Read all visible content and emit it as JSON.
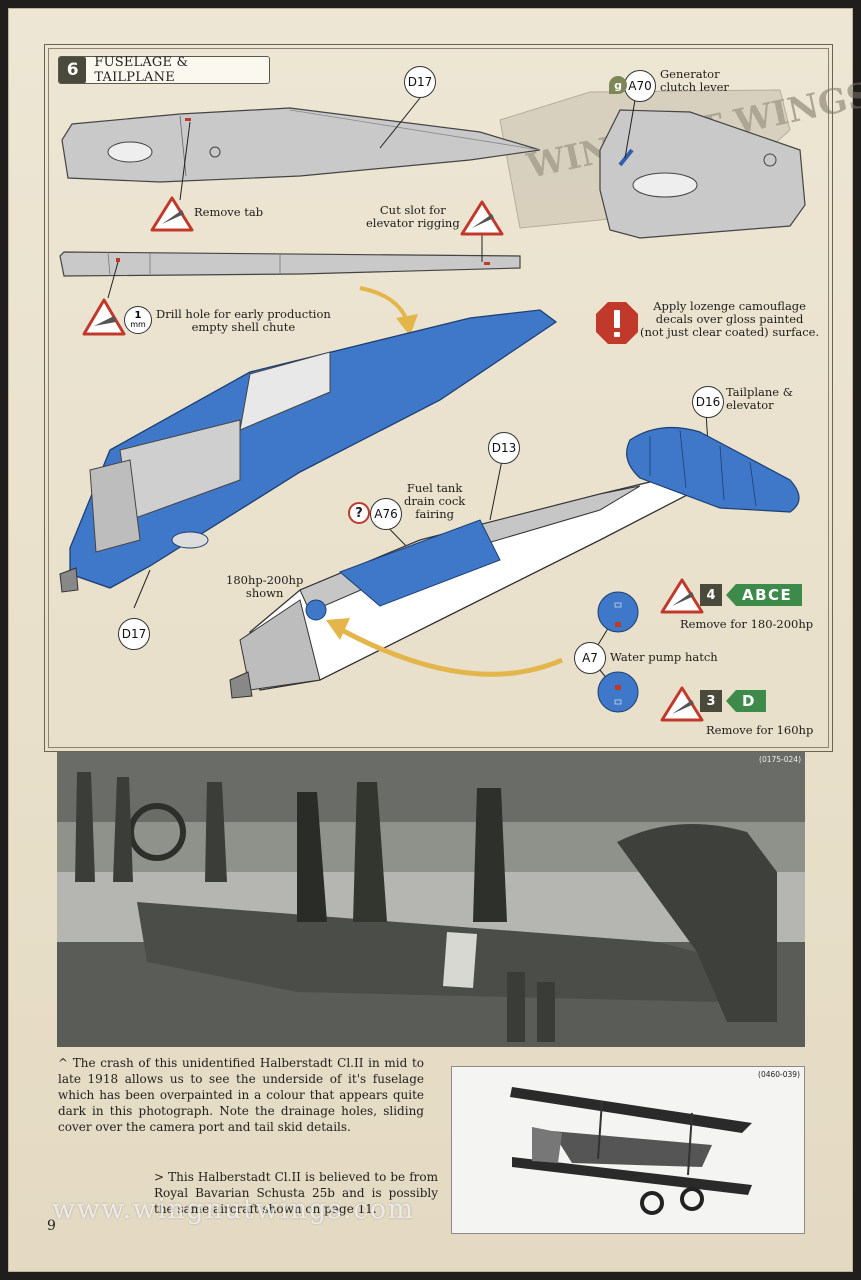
{
  "section": {
    "number": "6",
    "title": "FUSELAGE & TAILPLANE"
  },
  "parts": {
    "d17_top": "D17",
    "a70": "A70",
    "a70_prefix": "g",
    "d17_bottom": "D17",
    "d16": "D16",
    "d13": "D13",
    "a76": "A76",
    "a76_prefix": "?",
    "a7": "A7",
    "drill_size": "1",
    "drill_unit": "mm"
  },
  "labels": {
    "generator": "Generator\nclutch lever",
    "remove_tab": "Remove tab",
    "cut_slot": "Cut slot for\nelevator rigging",
    "drill_hole": "Drill hole for early production\nempty shell chute",
    "lozenge": "Apply lozenge camouflage\ndecals over gloss painted\n(not just clear coated) surface.",
    "tailplane": "Tailplane &\nelevator",
    "fuel_tank": "Fuel tank\ndrain cock\nfairing",
    "hp_shown": "180hp-200hp\nshown",
    "water_pump": "Water pump hatch",
    "remove_180": "Remove for 180-200hp",
    "remove_160": "Remove for 160hp"
  },
  "markings": {
    "upper": {
      "num": "4",
      "codes": "ABCE"
    },
    "lower": {
      "num": "3",
      "codes": "D"
    }
  },
  "logo_text": "WINGNUT WINGS",
  "photos": {
    "main_code": "(0175-024)",
    "small_code": "(0460-039)"
  },
  "captions": {
    "main": "^ The crash of this unidentified Halberstadt Cl.II in mid to late 1918 allows us to see the underside of it's fuselage which has been overpainted in a colour that appears quite dark in this photograph. Note the drainage holes, sliding cover over the camera port and tail skid details.",
    "small": "> This Halberstadt Cl.II is believed to be from Royal Bavarian Schusta 25b and is possibly the same aircraft shown on page 11."
  },
  "watermark": "www.wingnutwings.com",
  "page_number": "9",
  "colors": {
    "fuselage_blue": "#3f78c8",
    "part_grey": "#c6c6c6",
    "marking_green": "#3d8a4a",
    "warning_red": "#c0392b",
    "arrow_yellow": "#e3b54a"
  }
}
